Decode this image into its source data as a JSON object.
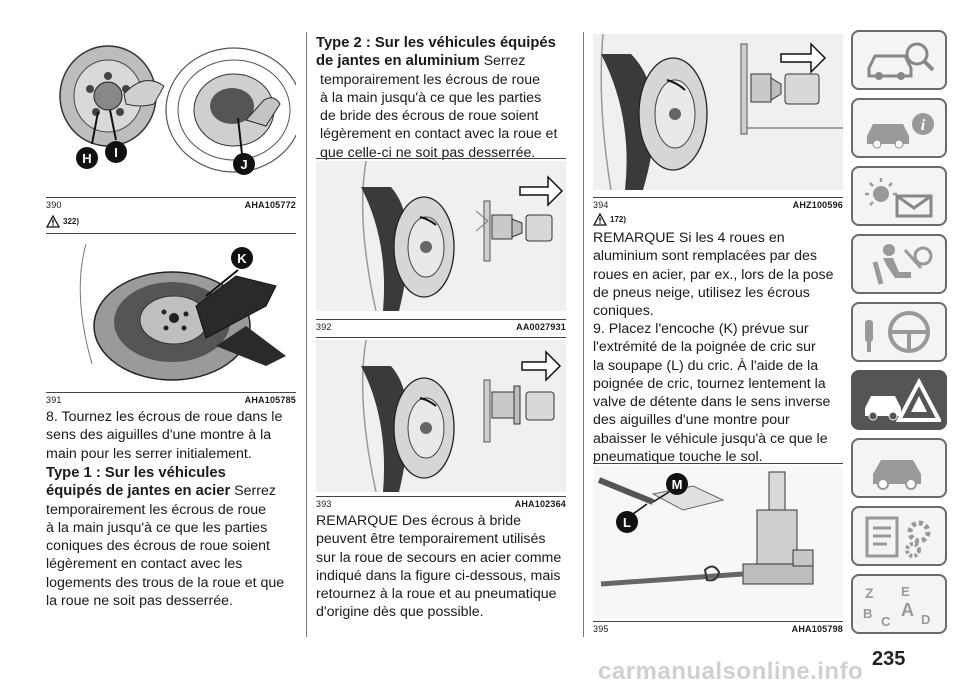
{
  "figures": {
    "f390": {
      "number": "390",
      "code": "AHA105772",
      "labels": [
        "H",
        "I",
        "J"
      ],
      "warning_ref": "322)"
    },
    "f391": {
      "number": "391",
      "code": "AHA105785",
      "labels": [
        "K"
      ]
    },
    "f392": {
      "number": "392",
      "code": "AA0027931"
    },
    "f393": {
      "number": "393",
      "code": "AHA102364"
    },
    "f394": {
      "number": "394",
      "code": "AHZ100596",
      "warning_ref": "172)"
    },
    "f395": {
      "number": "395",
      "code": "AHA105798",
      "labels": [
        "M",
        "L"
      ]
    }
  },
  "col1": {
    "step8_lines": [
      "8. Tournez les écrous de roue dans le",
      "sens des aiguilles d'une montre à la",
      "main pour les serrer initialement."
    ],
    "type1_heading_lines": [
      "Type 1 : Sur les véhicules",
      "équipés de jantes en acier"
    ],
    "type1_first_word": "Serrez",
    "type1_lines": [
      "temporairement les écrous de roue",
      "à la main jusqu'à ce que les parties",
      "coniques des écrous de roue soient",
      "légèrement en contact avec les",
      "logements des trous de la roue et que",
      "la roue ne soit pas desserrée."
    ]
  },
  "col2": {
    "type2_heading_lines": [
      "Type 2 : Sur les véhicules équipés",
      "de jantes en aluminium"
    ],
    "type2_first_word": "Serrez",
    "type2_lines": [
      "temporairement les écrous de roue",
      "à la main jusqu'à ce que les parties",
      "de bride des écrous de roue soient",
      "légèrement en contact avec la roue et",
      "que celle-ci ne soit pas desserrée."
    ],
    "remark_lines": [
      "REMARQUE Des écrous à bride",
      "peuvent être temporairement utilisés",
      "sur la roue de secours en acier comme",
      "indiqué dans la figure ci-dessous, mais",
      "retournez à la roue et au pneumatique",
      "d'origine dès que possible."
    ]
  },
  "col3": {
    "remark_lines": [
      "REMARQUE Si les 4 roues en",
      "aluminium sont remplacées par des",
      "roues en acier, par ex., lors de la pose",
      "de pneus neige, utilisez les écrous",
      "coniques."
    ],
    "step9_lines": [
      "9. Placez l'encoche (K) prévue sur",
      "l'extrémité de la poignée de cric sur",
      "la soupape (L) du cric. À l'aide de la",
      "poignée de cric, tournez lentement la",
      "valve de détente dans le sens inverse",
      "des aiguilles d'une montre pour",
      "abaisser le véhicule jusqu'à ce que le",
      "pneumatique touche le sol."
    ]
  },
  "sidebar": {
    "tabs": [
      {
        "icon": "car-search-icon"
      },
      {
        "icon": "car-info-icon"
      },
      {
        "icon": "warning-lights-icon"
      },
      {
        "icon": "seat-airbag-icon"
      },
      {
        "icon": "steering-key-icon"
      },
      {
        "icon": "car-breakdown-warning-icon",
        "active": true
      },
      {
        "icon": "car-service-icon"
      },
      {
        "icon": "specifications-gear-icon"
      },
      {
        "icon": "alphabetical-index-icon",
        "letters": [
          "Z",
          "E",
          "A",
          "B",
          "C",
          "D"
        ]
      }
    ],
    "accent_active": "#555555"
  },
  "page_number": "235",
  "watermark": "carmanualsonline.info"
}
